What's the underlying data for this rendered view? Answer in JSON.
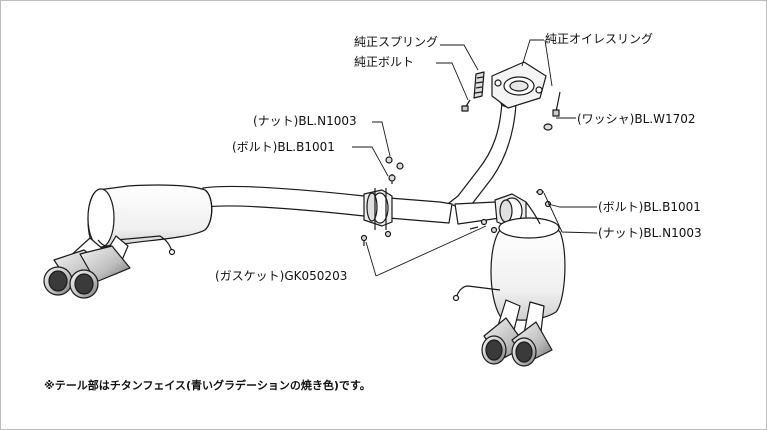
{
  "labels": {
    "oem_spring": "純正スプリング",
    "oem_bolt": "純正ボルト",
    "oem_oil_ring": "純正オイレスリング",
    "washer": "(ワッシャ)BL.W1702",
    "nut_left": "(ナット)BL.N1003",
    "bolt_left": "(ボルト)BL.B1001",
    "bolt_right": "(ボルト)BL.B1001",
    "nut_right": "(ナット)BL.N1003",
    "gasket": "(ガスケット)GK050203"
  },
  "footnote": "※テール部はチタンフェイス(青いグラデーションの焼き色)です。",
  "colors": {
    "line": "#1a1a1a",
    "pipe_fill": "#ffffff",
    "shade": "#d8d8d8",
    "dark": "#555555"
  }
}
